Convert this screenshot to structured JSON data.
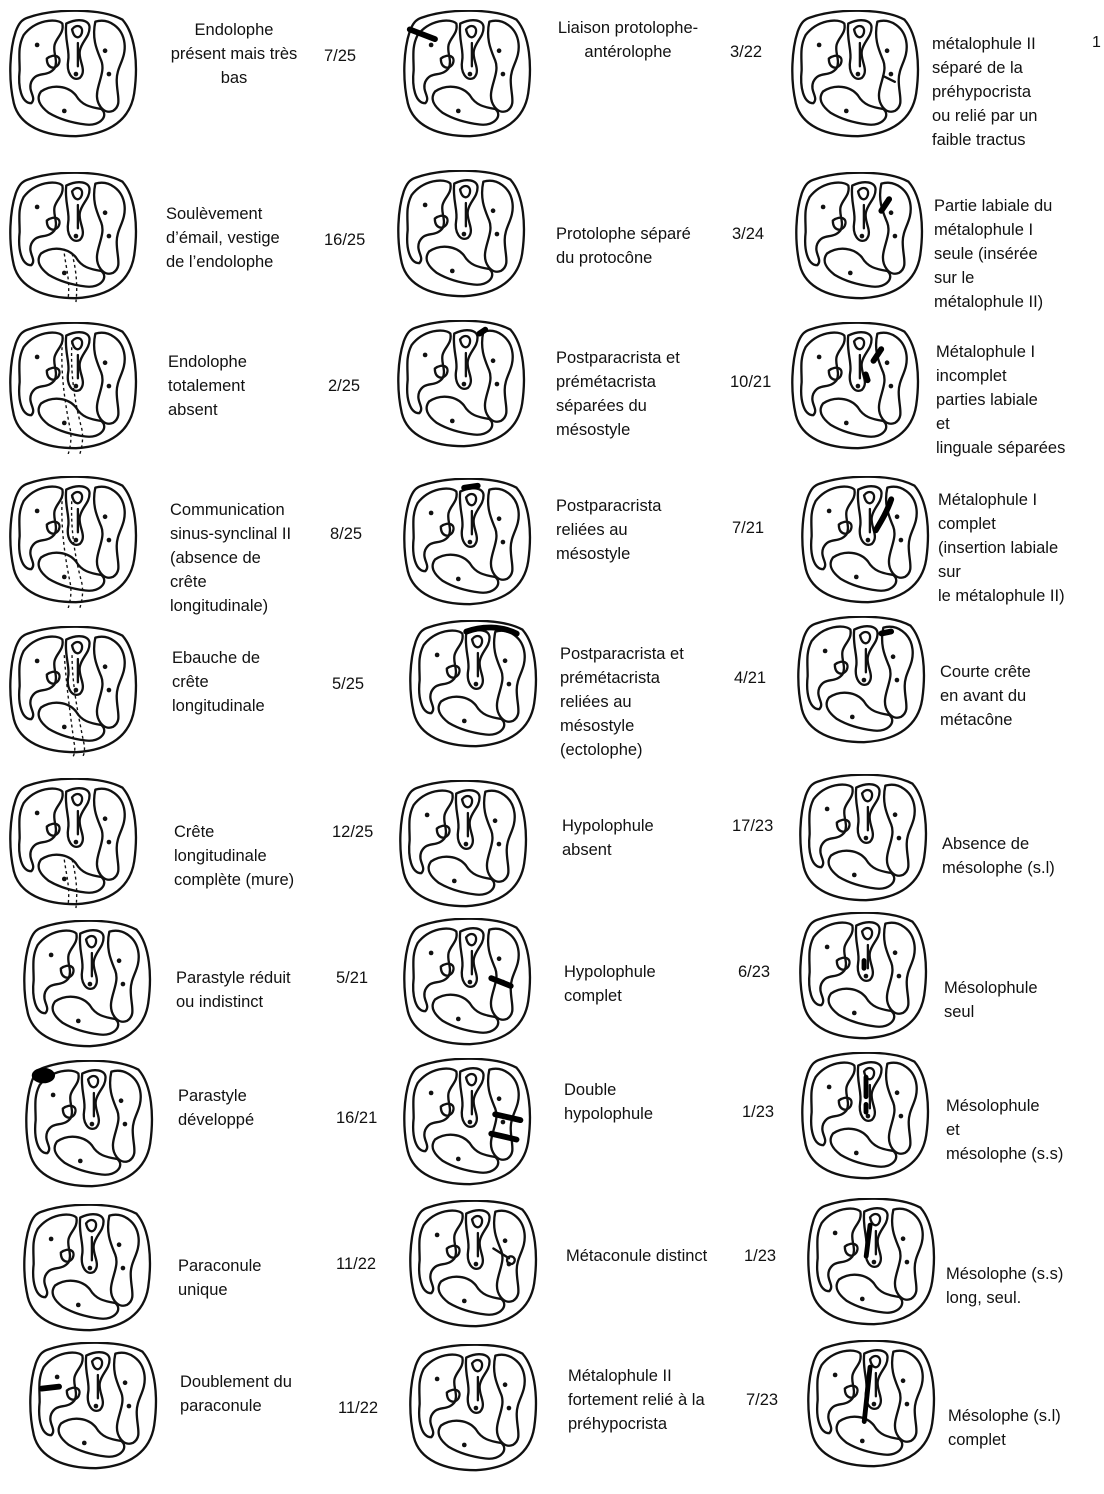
{
  "columns": [
    {
      "items": [
        {
          "label": "Endolophe\nprésent mais très\nbas",
          "align": "center",
          "fraction": "7/25"
        },
        {
          "label": "Soulèvement\nd’émail, vestige\nde l’endolophe",
          "fraction": "16/25"
        },
        {
          "label": "Endolophe\ntotalement\nabsent",
          "fraction": "2/25"
        },
        {
          "label": "Communication\nsinus-synclinal II\n(absence de\ncrête\nlongitudinale)",
          "fraction": "8/25"
        },
        {
          "label": "Ebauche de\ncrête\nlongitudinale",
          "fraction": "5/25"
        },
        {
          "label": "Crête\nlongitudinale\ncomplète (mure)",
          "fraction": "12/25"
        },
        {
          "label": "Parastyle réduit\nou indistinct",
          "fraction": "5/21"
        },
        {
          "label": "Parastyle\ndéveloppé",
          "fraction": "16/21"
        },
        {
          "label": "Paraconule\nunique",
          "fraction": "11/22"
        },
        {
          "label": "Doublement du\nparaconule",
          "fraction": "11/22"
        }
      ]
    },
    {
      "items": [
        {
          "label": "Liaison protolophe-\nantérolophe",
          "align": "center",
          "fraction": "3/22"
        },
        {
          "label": "Protolophe séparé\ndu protocône",
          "fraction": "3/24"
        },
        {
          "label": "Postparacrista et\nprémétacrista\nséparées du\nmésostyle",
          "fraction": "10/21"
        },
        {
          "label": "Postparacrista\nreliées au\nmésostyle",
          "fraction": "7/21"
        },
        {
          "label": "Postparacrista et\nprémétacrista\nreliées au\nmésostyle\n(ectolophe)",
          "fraction": "4/21"
        },
        {
          "label": "Hypolophule\nabsent",
          "fraction": "17/23"
        },
        {
          "label": "Hypolophule\ncomplet",
          "fraction": "6/23"
        },
        {
          "label": "Double\nhypolophule",
          "fraction": "1/23"
        },
        {
          "label": "Métaconule distinct",
          "fraction": "1/23"
        },
        {
          "label": "Métalophule II\nfortement relié à la\npréhypocrista",
          "fraction": "7/23"
        }
      ]
    },
    {
      "items": [
        {
          "label": "métalophule II\nséparé de la\npréhypocrista\nou relié par un\nfaible tractus"
        },
        {
          "label": "Partie labiale du\nmétalophule I\nseule (insérée\nsur le\nmétalophule II)"
        },
        {
          "label": "Métalophule I\nincomplet\nparties labiale\net\nlinguale séparées"
        },
        {
          "label": "Métalophule I\ncomplet\n(insertion labiale\nsur\nle métalophule II)"
        },
        {
          "label": "Courte crête\nen avant du\nmétacône"
        },
        {
          "label": "Absence de\nmésolophe (s.l)"
        },
        {
          "label": "Mésolophule\nseul"
        },
        {
          "label": "Mésolophule\net\nmésolophe (s.s)"
        },
        {
          "label": "Mésolophe (s.s)\nlong, seul."
        },
        {
          "label": "Mésolophe (s.l)\ncomplet"
        }
      ]
    }
  ],
  "edge_mark": "1"
}
